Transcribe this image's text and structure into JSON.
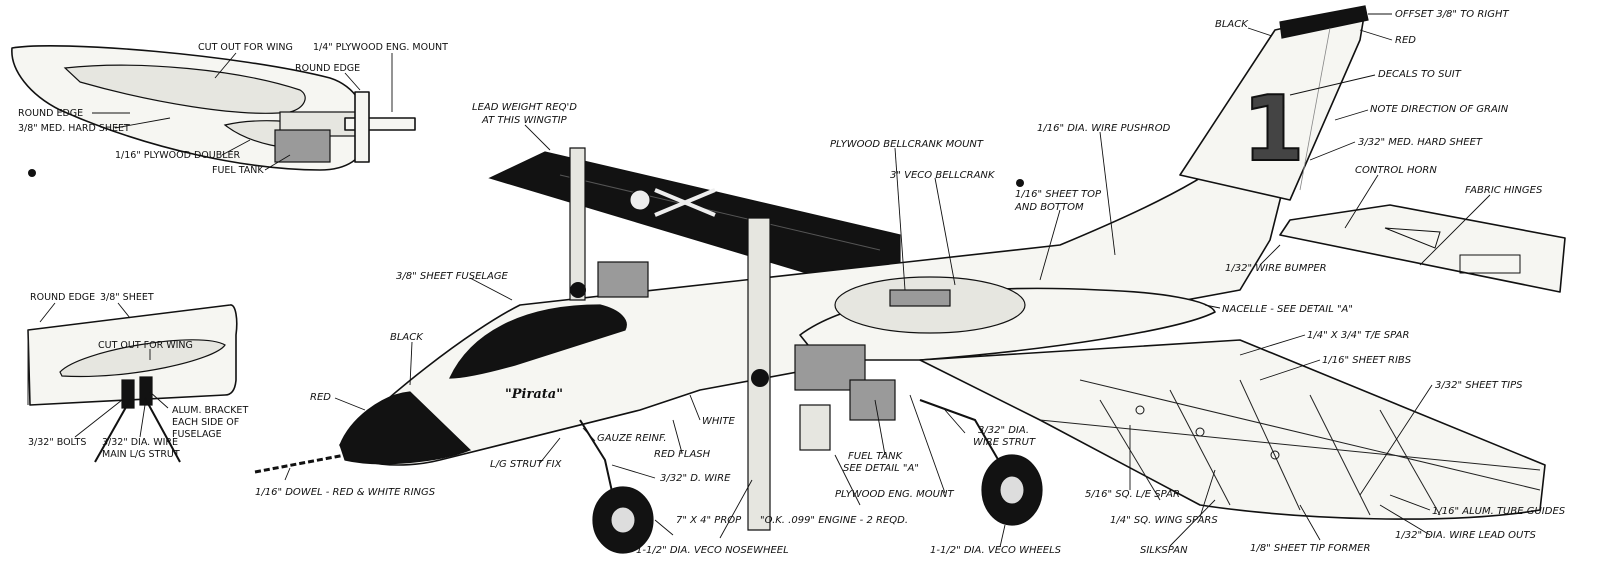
{
  "detail_fuselage_top": {
    "labels": [
      "CUT OUT FOR WING",
      "1/4\" PLYWOOD ENG. MOUNT",
      "ROUND EDGE",
      "ROUND EDGE",
      "3/8\" MED. HARD SHEET",
      "1/16\" PLYWOOD DOUBLER",
      "FUEL TANK"
    ]
  },
  "detail_fuselage_side": {
    "labels": [
      "ROUND EDGE",
      "3/8\" SHEET",
      "CUT OUT FOR WING",
      "ALUM. BRACKET",
      "EACH SIDE OF",
      "FUSELAGE",
      "3/32\" BOLTS",
      "3/32\" DIA. WIRE",
      "MAIN L/G STRUT"
    ]
  },
  "main_drawing": {
    "fuselage_name": "\"Pirata\"",
    "tail_number": "1",
    "labels": [
      "LEAD WEIGHT REQ'D",
      "AT THIS WINGTIP",
      "3/8\" SHEET FUSELAGE",
      "BLACK",
      "RED",
      "1/16\" DOWEL - RED & WHITE RINGS",
      "L/G STRUT FIX",
      "GAUZE REINF.",
      "RED FLASH",
      "WHITE",
      "3/32\" D. WIRE",
      "7\" X 4\" PROP",
      "1-1/2\" DIA. VECO NOSEWHEEL",
      "\"O.K. .099\" ENGINE - 2 REQD.",
      "PLYWOOD ENG. MOUNT",
      "FUEL TANK",
      "SEE DETAIL \"A\"",
      "3/32\" DIA.",
      "WIRE STRUT",
      "1-1/2\" DIA. VECO WHEELS",
      "PLYWOOD BELLCRANK MOUNT",
      "3\" VECO BELLCRANK",
      "1/16\" DIA. WIRE PUSHROD",
      "1/16\" SHEET TOP",
      "AND BOTTOM",
      "BLACK",
      "OFFSET 3/8\" TO RIGHT",
      "RED",
      "DECALS TO SUIT",
      "NOTE DIRECTION OF GRAIN",
      "3/32\" MED. HARD SHEET",
      "CONTROL HORN",
      "FABRIC HINGES",
      "1/32\" WIRE BUMPER",
      "NACELLE - SEE DETAIL \"A\"",
      "1/4\" X 3/4\" T/E SPAR",
      "1/16\" SHEET RIBS",
      "3/32\" SHEET TIPS",
      "5/16\" SQ. L/E SPAR",
      "1/4\" SQ. WING SPARS",
      "SILKSPAN",
      "1/8\" SHEET TIP FORMER",
      "1/16\" ALUM. TUBE GUIDES",
      "1/32\" DIA. WIRE LEAD OUTS"
    ]
  }
}
